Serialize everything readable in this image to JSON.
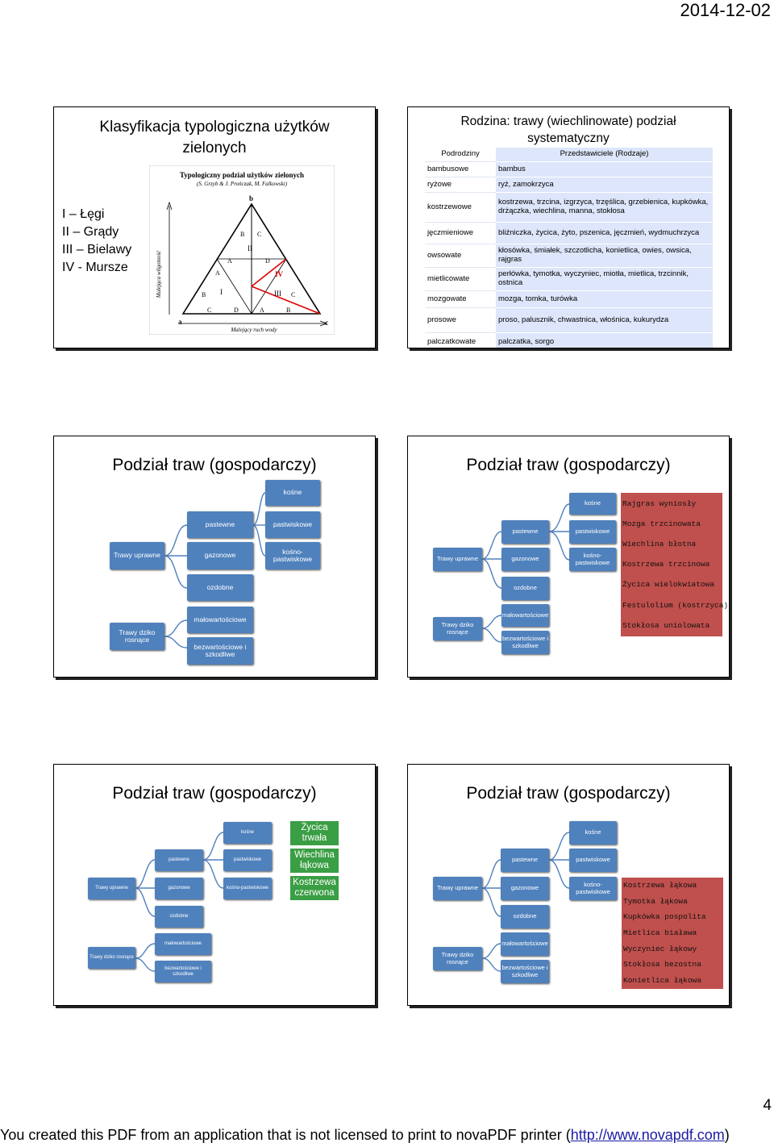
{
  "header": {
    "date": "2014-12-02"
  },
  "slide1": {
    "title": "Klasyfikacja typologiczna użytków zielonych",
    "legend": [
      "I – Łęgi",
      "II – Grądy",
      "III – Bielawy",
      "IV - Mursze"
    ],
    "figure": {
      "title": "Typologiczny podział użytków zielonych",
      "authors": "(S. Grzyb & J. Prończak, M. Falkowski)",
      "y_label": "Malejąca wilgotność",
      "x_label": "Malejący ruch wody",
      "vertex_a": "a",
      "vertex_b": "b",
      "vertex_c": "c",
      "region_I": "I",
      "region_II": "II",
      "region_III": "III",
      "region_IV": "IV",
      "letters": {
        "b1": "B",
        "c1": "C",
        "a2": "A",
        "d2": "D",
        "a3": "A",
        "b4": "B",
        "c5": "C",
        "c6": "C",
        "d6": "D",
        "a6": "A",
        "b6": "B"
      }
    }
  },
  "slide2": {
    "title": "Rodzina: trawy (wiechlinowate) podział systematyczny",
    "col_headers": [
      "Podrodziny",
      "Przedstawiciele (Rodzaje)"
    ],
    "rows": [
      [
        "bambusowe",
        "bambus"
      ],
      [
        "ryżowe",
        "ryż, zamokrzyca"
      ],
      [
        "kostrzewowe",
        "kostrzewa, trzcina, izgrzyca, trzęślica, grzebienica, kupkówka, drżączka, wiechlina, manna, stokłosa"
      ],
      [
        "jęczmieniowe",
        "bliźniczka, życica, żyto, pszenica, jęczmień, wydmuchrzyca"
      ],
      [
        "owsowate",
        "kłosówka, śmiałek, szczotlicha, konietlica, owies, owsica, rajgras"
      ],
      [
        "mietlicowate",
        "perłówka, tymotka, wyczyniec, miotła, mietlica, trzcinnik, ostnica"
      ],
      [
        "mozgowate",
        "mozga, tomka, turówka"
      ],
      [
        "prosowe",
        "proso, palusznik, chwastnica, włośnica, kukurydza"
      ],
      [
        "palczatkowate",
        "palczatka, sorgo"
      ]
    ]
  },
  "slide3": {
    "title": "Podział traw (gospodarczy)",
    "boxes": {
      "kosne": "kośne",
      "pastewne": "pastewne",
      "pastwiskowe": "pastwiskowe",
      "uprawne": "Trawy uprawne",
      "gazonowe": "gazonowe",
      "kosnopast": "kośno-pastwiskowe",
      "ozdobne": "ozdobne",
      "dziko": "Trawy dziko rosnące",
      "malowart": "małowartościowe",
      "bezwart": "bezwartościowe i szkodliwe"
    }
  },
  "slide4": {
    "title": "Podział traw (gospodarczy)",
    "boxes": {
      "kosne": "kośne",
      "pastewne": "pastewne",
      "pastwiskowe": "pastwiskowe",
      "uprawne": "Trawy uprawne",
      "gazonowe": "gazonowe",
      "kosnopast": "kośno-pastwiskowe",
      "ozdobne": "ozdobne",
      "dziko": "Trawy dziko rosnące",
      "malowart": "małowartościowe",
      "bezwart": "bezwartościowe i szkodliwe"
    },
    "species": [
      "Rajgras wyniosły",
      "Mozga trzcinowata",
      "Wiechlina błotna",
      "Kostrzewa trzcinowa",
      "Życica wielokwiatowa",
      "Festulolium (kostrzyca)",
      "Stokłosa uniolowata"
    ]
  },
  "slide5": {
    "title": "Podział traw (gospodarczy)",
    "boxes": {
      "kosne": "kośne",
      "pastewne": "pastewne",
      "pastwiskowe": "pastwiskowe",
      "uprawne": "Trawy uprawne",
      "gazonowe": "gazonowe",
      "kosnopast": "kośno-pastwiskowe",
      "ozdobne": "ozdobne",
      "dziko": "Trawy dziko rosnące",
      "malowart": "małowartościowe",
      "bezwart": "bezwartościowe i szkodliwe"
    },
    "green": [
      "Życica trwała",
      "Wiechlina łąkowa",
      "Kostrzewa czerwona"
    ]
  },
  "slide6": {
    "title": "Podział traw (gospodarczy)",
    "boxes": {
      "kosne": "kośne",
      "pastewne": "pastewne",
      "pastwiskowe": "pastwiskowe",
      "uprawne": "Trawy uprawne",
      "gazonowe": "gazonowe",
      "kosnopast": "kośno-pastwiskowe",
      "ozdobne": "ozdobne",
      "dziko": "Trawy dziko rosnące",
      "malowart": "małowartościowe",
      "bezwart": "bezwartościowe i szkodliwe"
    },
    "species": [
      "Kostrzewa łąkowa",
      "Tymotka łąkowa",
      "Kupkówka pospolita",
      "Mietlica biaława",
      "Wyczyniec łąkowy",
      "Stokłosa bezostna",
      "Konietlica łąkowa"
    ]
  },
  "page_number": "4",
  "footer": {
    "text": "You created this PDF from an application that is not licensed to print to novaPDF printer (",
    "link": "http://www.novapdf.com",
    "close": ")"
  }
}
